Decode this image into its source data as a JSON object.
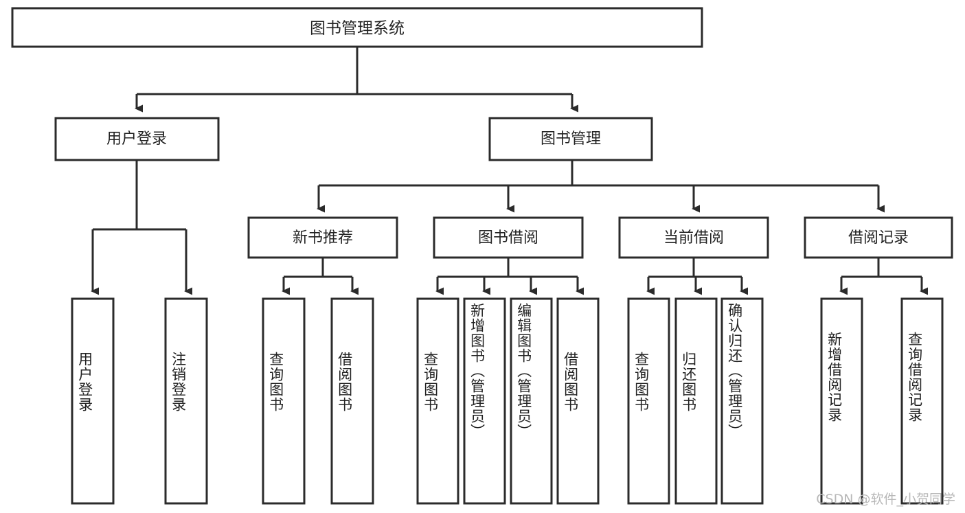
{
  "diagram": {
    "title": "图书管理系统",
    "type": "tree-hierarchy-diagram",
    "stroke_color": "#2b2b2b",
    "fill_color": "#ffffff",
    "text_color": "#222222",
    "root": {
      "id": "root",
      "label": "图书管理系统"
    },
    "level2": [
      {
        "id": "user-login",
        "label": "用户登录"
      },
      {
        "id": "book-management",
        "label": "图书管理"
      }
    ],
    "level3": [
      {
        "id": "new-book-recommend",
        "label": "新书推荐"
      },
      {
        "id": "book-borrow",
        "label": "图书借阅"
      },
      {
        "id": "current-borrow",
        "label": "当前借阅"
      },
      {
        "id": "borrow-record",
        "label": "借阅记录"
      }
    ],
    "leaves": {
      "user_login": [
        {
          "id": "leaf-user-login",
          "label": "用户登录"
        },
        {
          "id": "leaf-logout-login",
          "label": "注销登录"
        }
      ],
      "new_book_recommend": [
        {
          "id": "leaf-query-book-1",
          "label": "查询图书"
        },
        {
          "id": "leaf-borrow-book-1",
          "label": "借阅图书"
        }
      ],
      "book_borrow": [
        {
          "id": "leaf-query-book-2",
          "label": "查询图书"
        },
        {
          "id": "leaf-add-book",
          "label": "新增图书（管理员）"
        },
        {
          "id": "leaf-edit-book",
          "label": "编辑图书（管理员）"
        },
        {
          "id": "leaf-borrow-book-2",
          "label": "借阅图书"
        }
      ],
      "current_borrow": [
        {
          "id": "leaf-query-book-3",
          "label": "查询图书"
        },
        {
          "id": "leaf-return-book",
          "label": "归还图书"
        },
        {
          "id": "leaf-confirm-return",
          "label": "确认归还（管理员）"
        }
      ],
      "borrow_record": [
        {
          "id": "leaf-add-record",
          "label": "新增借阅记录"
        },
        {
          "id": "leaf-query-record",
          "label": "查询借阅记录"
        }
      ]
    }
  },
  "watermark": {
    "text": "CSDN @软件_小贺同学"
  }
}
